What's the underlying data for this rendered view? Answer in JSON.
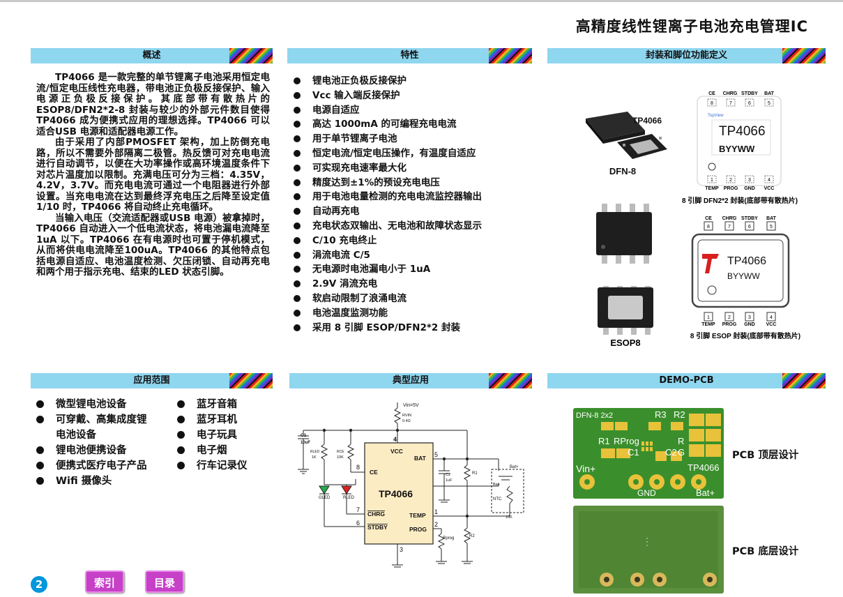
{
  "doc_title": "高精度线性锂离子电池充电管理IC",
  "sections": {
    "overview": "概述",
    "features": "特性",
    "package": "封装和脚位功能定义",
    "applications": "应用范围",
    "typical": "典型应用",
    "demo_pcb": "DEMO-PCB"
  },
  "overview_paragraphs": [
    "TP4066 是一款完整的单节锂离子电池采用恒定电流/恒定电压线性充电器，带电池正负极反接保护、输入电源正负极反接保护。其底部带有散热片的ESOP8/DFN2*2-8 封装与较少的外部元件数目使得TP4066 成为便携式应用的理想选择。TP4066 可以适合USB 电源和适配器电源工作。",
    "由于采用了内部PMOSFET 架构，加上防倒充电路，所以不需要外部隔离二极管。热反馈可对充电电流进行自动调节，以便在大功率操作或高环境温度条件下对芯片温度加以限制。充满电压可分为三档：4.35V，4.2V，3.7V。而充电电流可通过一个电阻器进行外部设置。当充电电流在达到最终浮充电压之后降至设定值1/10 时，TP4066 将自动终止充电循环。",
    "当输入电压（交流适配器或USB 电源）被拿掉时，TP4066 自动进入一个低电流状态，将电池漏电流降至1uA 以下。TP4066 在有电源时也可置于停机模式，从而将供电电流降至100uA。TP4066 的其他特点包括电源自适应、电池温度检测、欠压闭锁、自动再充电和两个用于指示充电、结束的LED 状态引脚。"
  ],
  "features": [
    "锂电池正负极反接保护",
    "Vcc 输入端反接保护",
    "电源自适应",
    "高达 1000mA 的可编程充电电流",
    "用于单节锂离子电池",
    "恒定电流/恒定电压操作，有温度自适应",
    "可实现充电速率最大化",
    "精度达到±1%的预设充电电压",
    "用于电池电量检测的充电电流监控器输出",
    "自动再充电",
    "充电状态双输出、无电池和故障状态显示",
    "C/10 充电终止",
    "涓流电流 C/5",
    "无电源时电池漏电小于 1uA",
    "2.9V 涓流充电",
    "软启动限制了浪涌电流",
    "电池温度监测功能",
    "采用 8 引脚 ESOP/DFN2*2 封装"
  ],
  "package": {
    "chip_name": "TP4066",
    "dfn_label": "DFN-8",
    "esop_label": "ESOP8",
    "dfn_top_pins": [
      {
        "num": "8",
        "name": "CE"
      },
      {
        "num": "7",
        "name": "CHRG"
      },
      {
        "num": "6",
        "name": "STDBY"
      },
      {
        "num": "5",
        "name": "BAT"
      }
    ],
    "bottom_pins": [
      {
        "num": "1",
        "name": "TEMP"
      },
      {
        "num": "2",
        "name": "PROG"
      },
      {
        "num": "3",
        "name": "GND"
      },
      {
        "num": "4",
        "name": "VCC"
      }
    ],
    "topview": "TopView",
    "marking_line1": "TP4066",
    "marking_line2": "BYYWW",
    "dfn_caption": "8 引脚 DFN2*2 封装(底部带有散热片)",
    "esop_caption": "8 引脚 ESOP 封装(底部带有散热片)"
  },
  "applications": {
    "left": [
      {
        "text": "微型锂电池设备",
        "bullet": true
      },
      {
        "text": "可穿戴、高集成度锂",
        "bullet": true
      },
      {
        "text": "电池设备",
        "bullet": false
      },
      {
        "text": "锂电池便携设备",
        "bullet": true
      },
      {
        "text": "便携式医疗电子产品",
        "bullet": true
      },
      {
        "text": "Wifi 摄像头",
        "bullet": true
      }
    ],
    "right": [
      {
        "text": "蓝牙音箱",
        "bullet": true
      },
      {
        "text": "蓝牙耳机",
        "bullet": true
      },
      {
        "text": "电子玩具",
        "bullet": true
      },
      {
        "text": "电子烟",
        "bullet": true
      },
      {
        "text": "行车记录仪",
        "bullet": true
      }
    ]
  },
  "schematic": {
    "chip": "TP4066",
    "vin": "Vin=5V",
    "rvin": "RVIN",
    "rvin_val": "0.4Ω",
    "c1": "C1",
    "c1_val": "10uF",
    "rled": "RLED",
    "rled_val": "1K",
    "rce": "RCE",
    "rce_val": "10K",
    "pin_vcc": "VCC",
    "pin_bat": "BAT",
    "pin_ce": "CE",
    "pin_chrg": "CHRG",
    "pin_stdby": "STDBY",
    "pin_temp": "TEMP",
    "pin_prog": "PROG",
    "c2": "C2",
    "c2_val": "1uF",
    "r1": "R1",
    "r2": "R2",
    "rprog": "Rprog",
    "gled": "GLED",
    "rled_led": "RLED",
    "ntc": "NTC",
    "bat_plus": "Bat+",
    "bat_minus": "Bat-",
    "ntc_val": "10K",
    "pin_nums": [
      "4",
      "8",
      "5",
      "1",
      "7",
      "6",
      "2",
      "3"
    ]
  },
  "pcb": {
    "top_label": "PCB 顶层设计",
    "bottom_label": "PCB 底层设计",
    "silk": {
      "dfn": "DFN-8 2x2",
      "r3": "R3",
      "r2": "R2",
      "r1": "R1",
      "rprog": "RProg",
      "r": "R",
      "c1": "C1",
      "c2": "C2",
      "g": "G",
      "chip": "TP4066",
      "vin": "Vin+",
      "gnd": "GND",
      "bat": "Bat+"
    }
  },
  "footer": {
    "page": "2",
    "index_btn": "索引",
    "toc_btn": "目录"
  },
  "colors": {
    "header_bg": "#8fd6ef",
    "pcb_green": "#3a8f2c",
    "pcb_pad": "#e8c23a",
    "button": "#c640c8"
  }
}
